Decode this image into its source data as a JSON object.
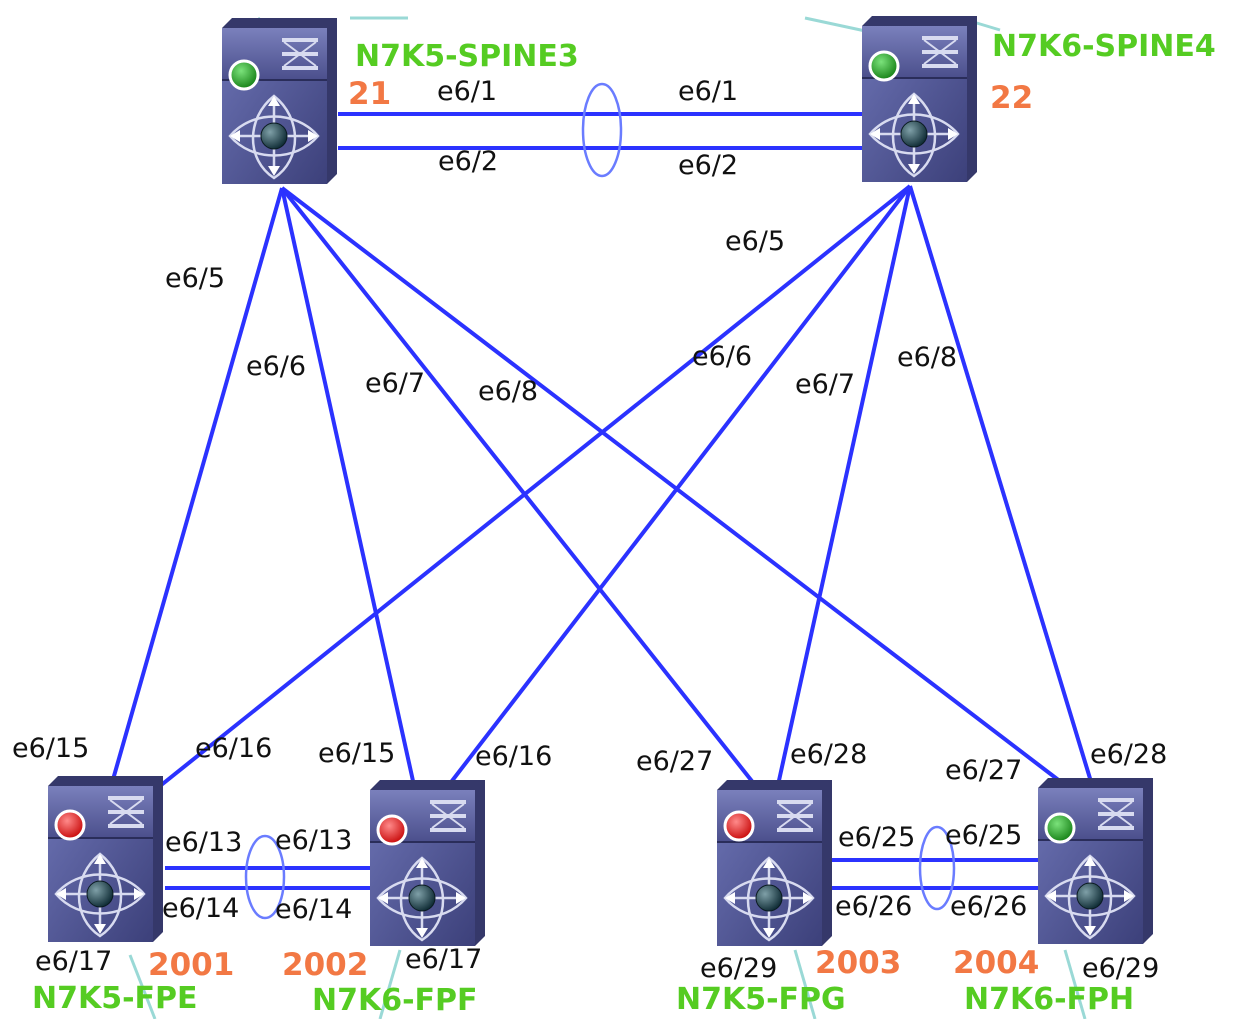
{
  "colors": {
    "link": "#2b32ff",
    "ring": "#6a7cff",
    "faint": "#9ad9d6",
    "name": "#55cc22",
    "id": "#f27844",
    "label": "#111111",
    "status_up": "#1a9a1a",
    "status_down": "#e01919"
  },
  "devices": {
    "spine3": {
      "name": "N7K5-SPINE3",
      "id": "21",
      "status": "up"
    },
    "spine4": {
      "name": "N7K6-SPINE4",
      "id": "22",
      "status": "up"
    },
    "fpe": {
      "name": "N7K5-FPE",
      "id": "2001",
      "status": "down"
    },
    "fpf": {
      "name": "N7K6-FPF",
      "id": "2002",
      "status": "down"
    },
    "fpg": {
      "name": "N7K5-FPG",
      "id": "2003",
      "status": "down"
    },
    "fph": {
      "name": "N7K6-FPH",
      "id": "2004",
      "status": "up"
    }
  },
  "links": {
    "spine_peer_1": {
      "a": "e6/1",
      "b": "e6/1"
    },
    "spine_peer_2": {
      "a": "e6/2",
      "b": "e6/2"
    },
    "s3_fpe": {
      "a": "e6/5",
      "b": "e6/15"
    },
    "s3_fpf": {
      "a": "e6/6",
      "b": "e6/15"
    },
    "s3_fpg": {
      "a": "e6/7",
      "b": "e6/27"
    },
    "s3_fph": {
      "a": "e6/8",
      "b": "e6/27"
    },
    "s4_fpe": {
      "a": "e6/5",
      "b": "e6/16"
    },
    "s4_fpf": {
      "a": "e6/6",
      "b": "e6/16"
    },
    "s4_fpg": {
      "a": "e6/7",
      "b": "e6/28"
    },
    "s4_fph": {
      "a": "e6/8",
      "b": "e6/28"
    },
    "ef_peer_1": {
      "a": "e6/13",
      "b": "e6/13"
    },
    "ef_peer_2": {
      "a": "e6/14",
      "b": "e6/14"
    },
    "gh_peer_1": {
      "a": "e6/25",
      "b": "e6/25"
    },
    "gh_peer_2": {
      "a": "e6/26",
      "b": "e6/26"
    },
    "fpe_down": "e6/17",
    "fpf_down": "e6/17",
    "fpg_down": "e6/29",
    "fph_down": "e6/29"
  }
}
